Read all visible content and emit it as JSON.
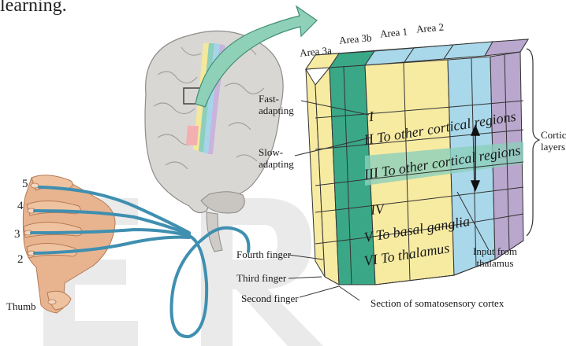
{
  "top_text": "learning.",
  "area_labels": [
    "Area 3a",
    "Area 3b",
    "Area 1",
    "Area 2"
  ],
  "receptor_labels": {
    "fast": "Fast-\nadapting",
    "slow": "Slow-\nadapting"
  },
  "layers": [
    "I",
    "II To other cortical regions",
    "III To other cortical regions",
    "IV",
    "V To basal ganglia",
    "VI To thalamus"
  ],
  "cortical_layers_label": "Cortical\nlayers",
  "input_label": "Input from\nthalamus",
  "finger_rows": [
    "Fourth finger",
    "Third finger",
    "Second finger"
  ],
  "finger_numbers": [
    "5",
    "4",
    "3",
    "2"
  ],
  "thumb_label": "Thumb",
  "section_label": "Section of somatosensory cortex",
  "watermark": "ER",
  "colors": {
    "yellow": "#f7eba2",
    "green": "#3aa887",
    "blue": "#a9d8ea",
    "purple": "#b9a7cd",
    "skin": "#e8b48f",
    "nerve": "#3f8fb0",
    "arrow": "#8fd0b8"
  }
}
